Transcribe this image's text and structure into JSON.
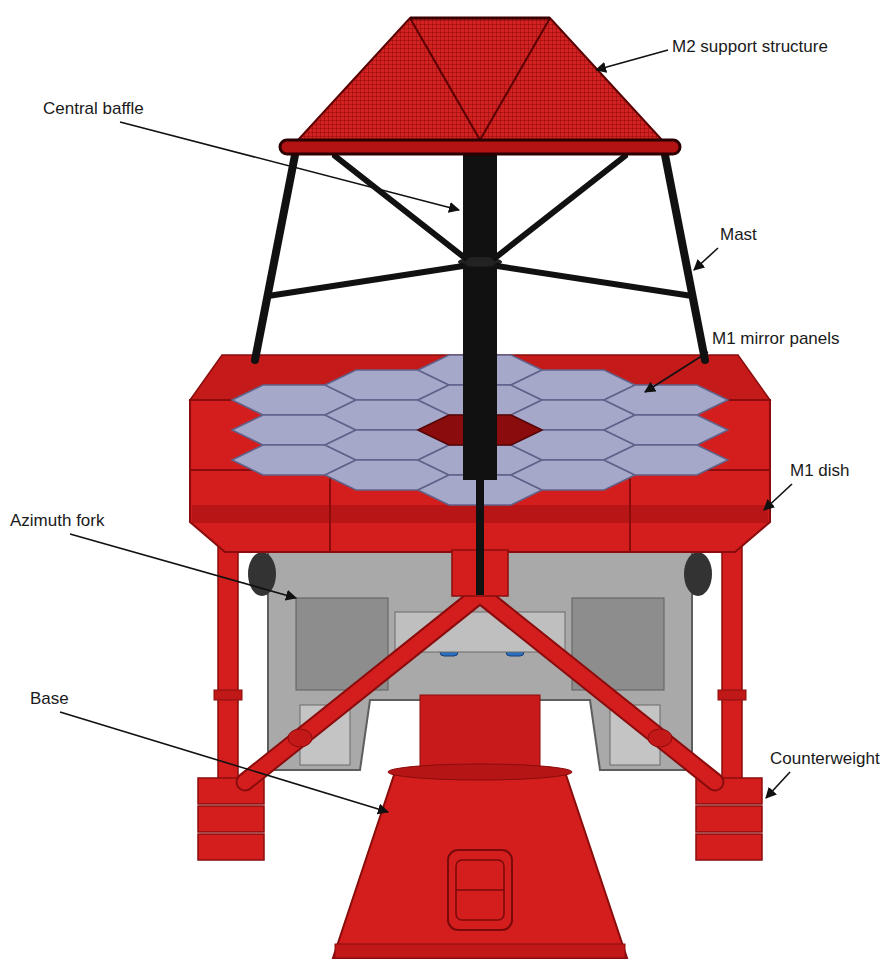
{
  "diagram": {
    "labels": [
      "M2 support structure",
      "Central baffle",
      "Mast",
      "M1 mirror panels",
      "M1 dish",
      "Azimuth fork",
      "Base",
      "Counterweight"
    ]
  }
}
